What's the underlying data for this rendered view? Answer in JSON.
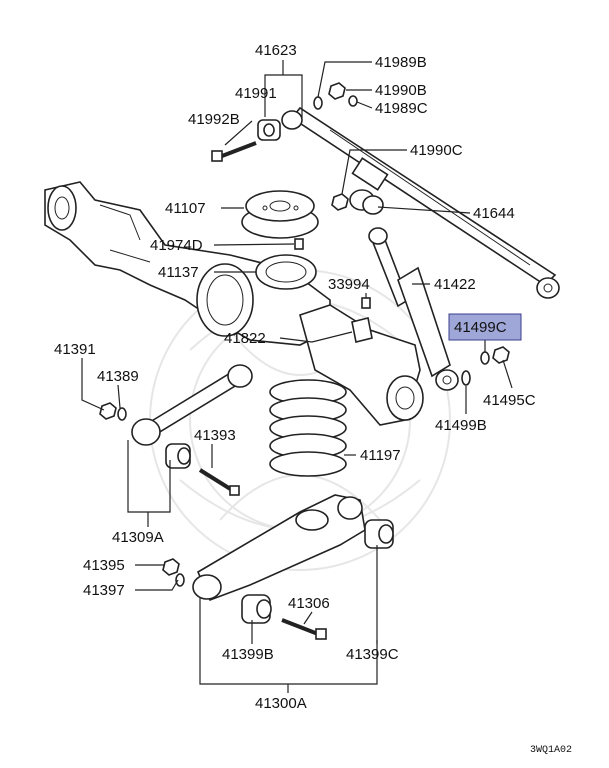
{
  "diagram": {
    "code": "3WQ1A02",
    "highlight_color": "#9fa6d8",
    "highlighted_part": "41499C",
    "labels": {
      "p41623": "41623",
      "p41989B": "41989B",
      "p41990B": "41990B",
      "p41989C": "41989C",
      "p41991": "41991",
      "p41992B": "41992B",
      "p41990C": "41990C",
      "p41107": "41107",
      "p41644": "41644",
      "p41974D": "41974D",
      "p41137": "41137",
      "p41422": "41422",
      "p33994": "33994",
      "p41499C": "41499C",
      "p41822": "41822",
      "p41391": "41391",
      "p41389": "41389",
      "p41495C": "41495C",
      "p41499B": "41499B",
      "p41393": "41393",
      "p41197": "41197",
      "p41309A": "41309A",
      "p41395": "41395",
      "p41397": "41397",
      "p41306": "41306",
      "p41399B": "41399B",
      "p41399C": "41399C",
      "p41300A": "41300A"
    }
  }
}
